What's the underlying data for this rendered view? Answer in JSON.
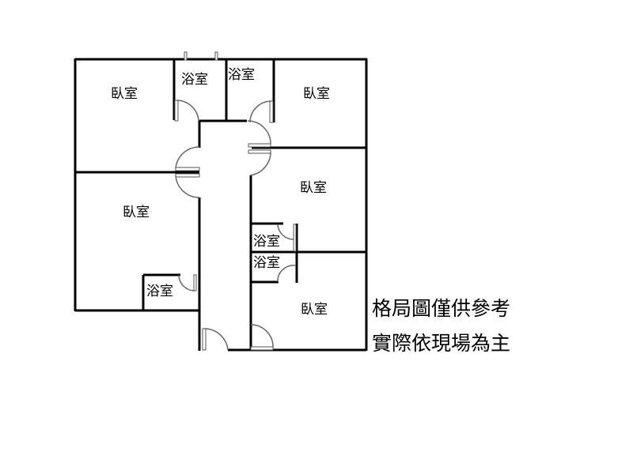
{
  "rooms": {
    "bedroom_top_left": "臥室",
    "bedroom_top_right": "臥室",
    "bedroom_mid_left": "臥室",
    "bedroom_mid_right": "臥室",
    "bedroom_bottom_right": "臥室",
    "bath_top_1": "浴室",
    "bath_top_2": "浴室",
    "bath_left": "浴室",
    "bath_right_1": "浴室",
    "bath_right_2": "浴室"
  },
  "notes": [
    "格局圖僅供參考",
    "實際依現場為主"
  ]
}
